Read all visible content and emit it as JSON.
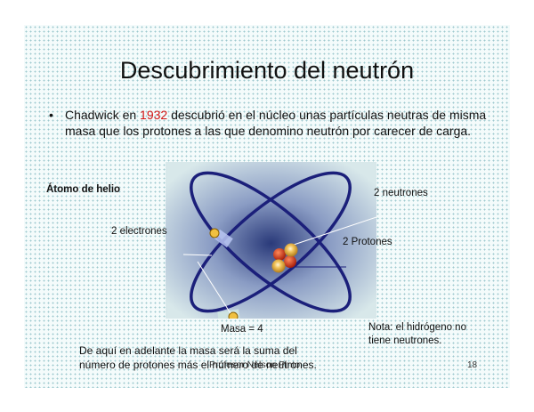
{
  "slide": {
    "title": "Descubrimiento del neutrón",
    "bullet": {
      "marker": "•",
      "before": "Chadwick en ",
      "year": "1932",
      "after": " descubrió en el núcleo unas partículas neutras de misma masa que los protones a las que denomino neutrón por carecer de carga."
    },
    "atom_label": "Átomo de helio",
    "labels": {
      "neutrons": "2 neutrones",
      "electrons": "2 electrones",
      "protons": "2 Protones",
      "mass": "Masa = 4"
    },
    "note": {
      "line1": "Nota: el hidrógeno no",
      "line2": "tiene neutrones."
    },
    "footer": {
      "line1": "De aquí en adelante la masa será la suma del",
      "line2": "número de protones más el número de neutrones."
    },
    "footer_overlay": "Profesor Nelson Pinto",
    "page_number": "18"
  },
  "colors": {
    "year": "#d41414",
    "orbit": "#1b1f7a",
    "proton": "#c83414",
    "neutron": "#e9b233",
    "electron": "#f0c040"
  }
}
